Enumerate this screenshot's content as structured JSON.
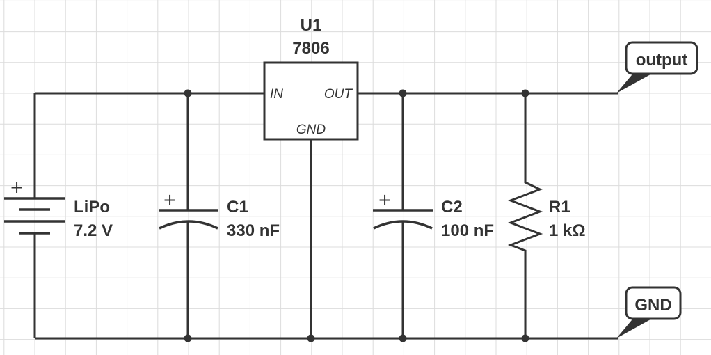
{
  "components": {
    "battery": {
      "name": "LiPo",
      "value": "7.2 V",
      "polarity": "+"
    },
    "c1": {
      "name": "C1",
      "value": "330 nF",
      "polarity": "+"
    },
    "c2": {
      "name": "C2",
      "value": "100 nF",
      "polarity": "+"
    },
    "r1": {
      "name": "R1",
      "value": "1 kΩ"
    },
    "u1": {
      "name": "U1",
      "part": "7806",
      "pin_in": "IN",
      "pin_out": "OUT",
      "pin_gnd": "GND"
    }
  },
  "ports": {
    "output": "output",
    "gnd": "GND"
  },
  "colors": {
    "wire": "#333333",
    "grid": "#dcdcdc",
    "background": "#ffffff"
  }
}
